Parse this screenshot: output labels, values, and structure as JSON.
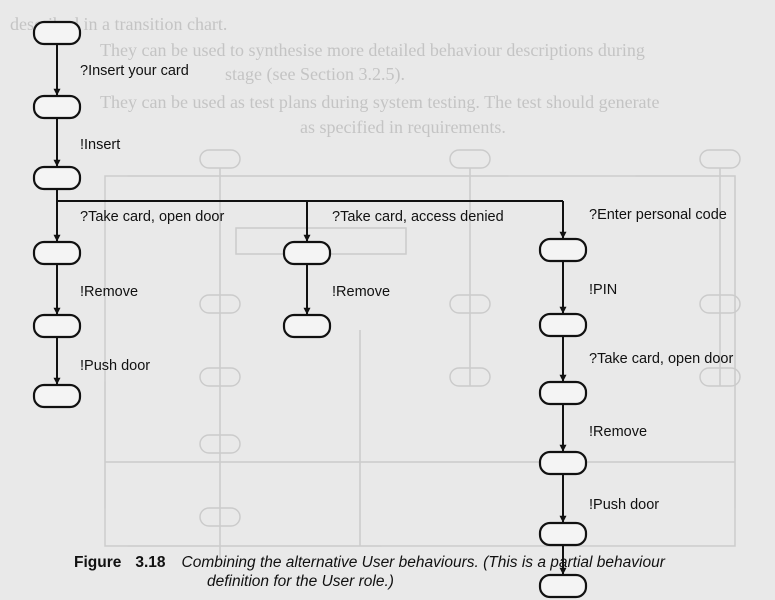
{
  "diagram": {
    "states": [
      "s1",
      "s2",
      "s3",
      "a1",
      "a2",
      "a3",
      "b1",
      "b2",
      "c1",
      "c2",
      "c3",
      "c4",
      "c5",
      "c6"
    ],
    "transitions": [
      {
        "from": "s1",
        "to": "s2",
        "label": "?Insert your card"
      },
      {
        "from": "s2",
        "to": "s3",
        "label": "!Insert"
      },
      {
        "from": "s3",
        "to": "a1",
        "label": "?Take card, open door"
      },
      {
        "from": "s3",
        "to": "b1",
        "label": "?Take card, access denied"
      },
      {
        "from": "s3",
        "to": "c1",
        "label": "?Enter personal code"
      },
      {
        "from": "a1",
        "to": "a2",
        "label": "!Remove"
      },
      {
        "from": "a2",
        "to": "a3",
        "label": "!Push door"
      },
      {
        "from": "b1",
        "to": "b2",
        "label": "!Remove"
      },
      {
        "from": "c1",
        "to": "c2",
        "label": "!PIN"
      },
      {
        "from": "c2",
        "to": "c3",
        "label": "?Take card, open door"
      },
      {
        "from": "c3",
        "to": "c4",
        "label": "!Remove"
      },
      {
        "from": "c4",
        "to": "c5",
        "label": "!Push door"
      }
    ]
  },
  "caption": {
    "label": "Figure",
    "number": "3.18",
    "text_line1": "Combining the alternative User behaviours. (This is a partial behaviour",
    "text_line2": "definition for the User role.)"
  },
  "show_through": {
    "line1": "described in a transition chart.",
    "line2": "They can be used to synthesise more detailed behaviour descriptions during",
    "line3": "stage (see Section 3.2.5).",
    "line4": "They can be used as test plans during system testing. The test should generate",
    "line5": "as specified in requirements."
  }
}
